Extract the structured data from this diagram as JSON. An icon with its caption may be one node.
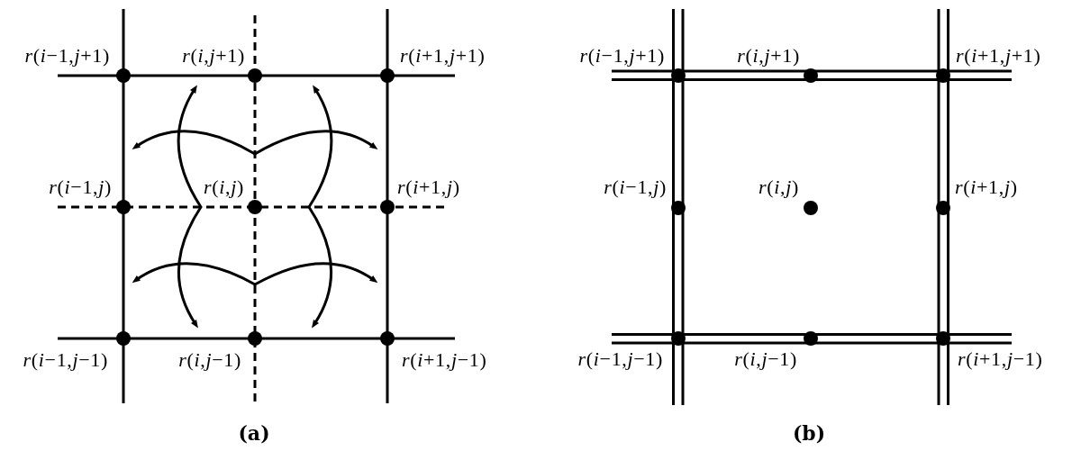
{
  "diagram": {
    "nodes": [
      {
        "text": [],
        "shape": "circle",
        "beside": [
          "*r*(*i*−1,*j*+1)"
        ]
      },
      {
        "text": [],
        "shape": "circle",
        "beside": [
          "*r*(*i*,*j*+1)"
        ]
      },
      {
        "text": [],
        "shape": "circle",
        "beside": [
          "*r*(*i*+1,*j*+1)"
        ]
      },
      {
        "text": [],
        "shape": "circle",
        "beside": [
          "*r*(*i*−1,*j*)"
        ]
      },
      {
        "text": [],
        "shape": "circle",
        "beside": [
          "*r*(*i*,*j*)"
        ]
      },
      {
        "text": [],
        "shape": "circle",
        "beside": [
          "*r*(*i*+1,*j*)"
        ]
      },
      {
        "text": [],
        "shape": "circle",
        "beside": [
          "*r*(*i*−1,*j*−1)"
        ]
      },
      {
        "text": [],
        "shape": "circle",
        "beside": [
          "*r*(*i*,*j*−1)"
        ]
      },
      {
        "text": [],
        "shape": "circle",
        "beside": [
          "*r*(*i*+1,*j*−1)"
        ]
      },
      {
        "text": [],
        "shape": "circle",
        "beside": [
          "*r*(*i*−1,*j*+1)"
        ]
      },
      {
        "text": [],
        "shape": "circle",
        "beside": [
          "*r*(*i*,*j*+1)"
        ]
      },
      {
        "text": [],
        "shape": "circle",
        "beside": [
          "*r*(*i*+1,*j*+1)"
        ]
      },
      {
        "text": [],
        "shape": "circle",
        "beside": [
          "*r*(*i*−1,*j*)"
        ]
      },
      {
        "text": [],
        "shape": "circle",
        "beside": [
          "*r*(*i*,*j*)"
        ]
      },
      {
        "text": [],
        "shape": "circle",
        "beside": [
          "*r*(*i*+1,*j*)"
        ]
      },
      {
        "text": [],
        "shape": "circle",
        "beside": [
          "*r*(*i*−1,*j*−1)"
        ]
      },
      {
        "text": [],
        "shape": "circle",
        "beside": [
          "*r*(*i*,*j*−1)"
        ]
      },
      {
        "text": [],
        "shape": "circle",
        "beside": [
          "*r*(*i*+1,*j*−1)"
        ]
      }
    ],
    "labels": [
      "(a)",
      "(b)"
    ]
  }
}
